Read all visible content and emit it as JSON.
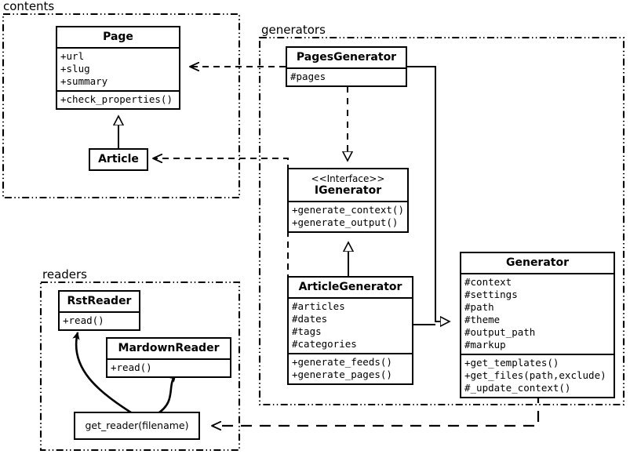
{
  "diagram": {
    "title": "Pelican architecture UML class diagram",
    "type": "uml-class-diagram",
    "stroke_color": "#000000",
    "fill_color": "#ffffff"
  },
  "packages": [
    {
      "id": "contents",
      "label": "contents",
      "border_style": "dash-dot-dot"
    },
    {
      "id": "generators",
      "label": "generators",
      "border_style": "dash-dot-dot"
    },
    {
      "id": "readers",
      "label": "readers",
      "border_style": "dash-dot-dot"
    }
  ],
  "classes": {
    "page": {
      "name": "Page",
      "attributes": [
        "+url",
        "+slug",
        "+summary"
      ],
      "methods": [
        "+check_properties()"
      ]
    },
    "article": {
      "name": "Article",
      "attributes": [],
      "methods": []
    },
    "pages_generator": {
      "name": "PagesGenerator",
      "attributes": [
        "#pages"
      ],
      "methods": []
    },
    "igenerator": {
      "stereotype": "<<Interface>>",
      "name": "IGenerator",
      "attributes": [],
      "methods": [
        "+generate_context()",
        "+generate_output()"
      ]
    },
    "article_generator": {
      "name": "ArticleGenerator",
      "attributes": [
        "#articles",
        "#dates",
        "#tags",
        "#categories"
      ],
      "methods": [
        "+generate_feeds()",
        "+generate_pages()"
      ]
    },
    "generator": {
      "name": "Generator",
      "attributes": [
        "#context",
        "#settings",
        "#path",
        "#theme",
        "#output_path",
        "#markup"
      ],
      "methods": [
        "+get_templates()",
        "+get_files(path,exclude)",
        "#_update_context()"
      ]
    },
    "rst_reader": {
      "name": "RstReader",
      "attributes": [],
      "methods": [
        "+read()"
      ]
    },
    "mardown_reader": {
      "name": "MardownReader",
      "attributes": [],
      "methods": [
        "+read()"
      ]
    },
    "get_reader": {
      "name": "get_reader(filename)",
      "attributes": [],
      "methods": []
    }
  },
  "relations": [
    {
      "id": "pagesgen-to-page",
      "from": "PagesGenerator",
      "to": "Page",
      "type": "dependency",
      "line": "dashed",
      "arrow": "open"
    },
    {
      "id": "articlegen-to-article",
      "from": "ArticleGenerator",
      "to": "Article",
      "type": "dependency",
      "line": "dashed",
      "arrow": "open"
    },
    {
      "id": "article-to-page",
      "from": "Article",
      "to": "Page",
      "type": "generalization",
      "line": "solid",
      "arrow": "hollow-triangle"
    },
    {
      "id": "pagesgen-to-igen",
      "from": "PagesGenerator",
      "to": "IGenerator",
      "type": "realization",
      "line": "dashed",
      "arrow": "hollow-triangle"
    },
    {
      "id": "articlegen-to-igen",
      "from": "ArticleGenerator",
      "to": "IGenerator",
      "type": "generalization",
      "line": "solid",
      "arrow": "hollow-triangle"
    },
    {
      "id": "pagesgen-to-generator",
      "from": "PagesGenerator",
      "to": "Generator",
      "type": "generalization",
      "line": "solid",
      "arrow": "hollow-triangle"
    },
    {
      "id": "articlegen-to-generator",
      "from": "ArticleGenerator",
      "to": "Generator",
      "type": "generalization",
      "line": "solid",
      "arrow": "hollow-triangle"
    },
    {
      "id": "generator-to-getreader",
      "from": "Generator",
      "to": "get_reader(filename)",
      "type": "dependency",
      "line": "dashed",
      "arrow": "open"
    },
    {
      "id": "getreader-to-rst",
      "from": "get_reader(filename)",
      "to": "RstReader",
      "type": "dependency",
      "line": "solid-curved",
      "arrow": "filled"
    },
    {
      "id": "getreader-to-markdown",
      "from": "get_reader(filename)",
      "to": "MardownReader",
      "type": "dependency",
      "line": "solid-curved",
      "arrow": "filled"
    }
  ]
}
